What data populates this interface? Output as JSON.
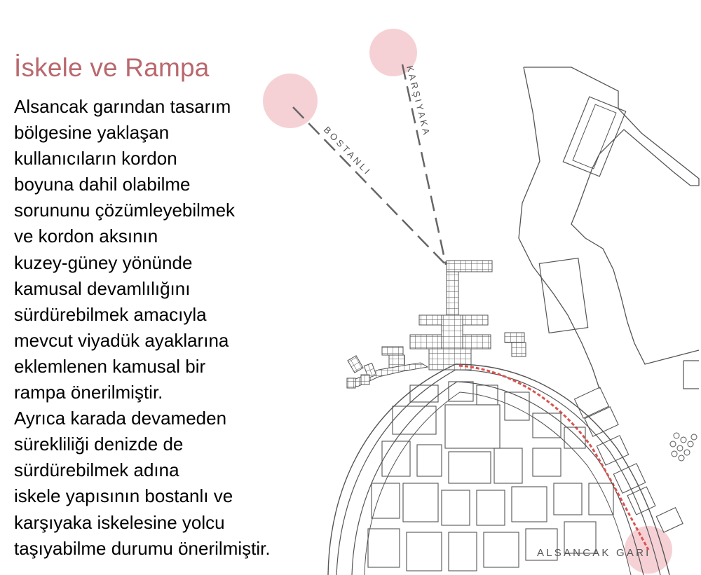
{
  "title": "İskele ve Rampa",
  "body_lines": [
    "Alsancak garından tasarım",
    "bölgesine yaklaşan",
    "kullanıcıların kordon",
    "boyuna dahil olabilme",
    "sorununu çözümleyebilmek",
    "ve kordon aksının",
    "kuzey-güney yönünde",
    "kamusal devamlılığını",
    "sürdürebilmek amacıyla",
    "mevcut viyadük ayaklarına",
    "eklemlenen kamusal bir",
    "rampa önerilmiştir.",
    "Ayrıca karada devameden",
    "sürekliliği denizde de",
    "sürdürebilmek adına",
    "iskele yapısının bostanlı ve",
    "karşıyaka iskelesine yolcu",
    "taşıyabilme durumu önerilmiştir."
  ],
  "map": {
    "labels": {
      "karsiyaka": "KARŞIYAKA",
      "bostanli": "BOSTANLI",
      "alsancak_gari": "ALSANCAK GARI"
    },
    "colors": {
      "marker": "#f3c6cb",
      "route": "#d9534f",
      "lines": "#555555",
      "title": "#b9686d"
    }
  }
}
